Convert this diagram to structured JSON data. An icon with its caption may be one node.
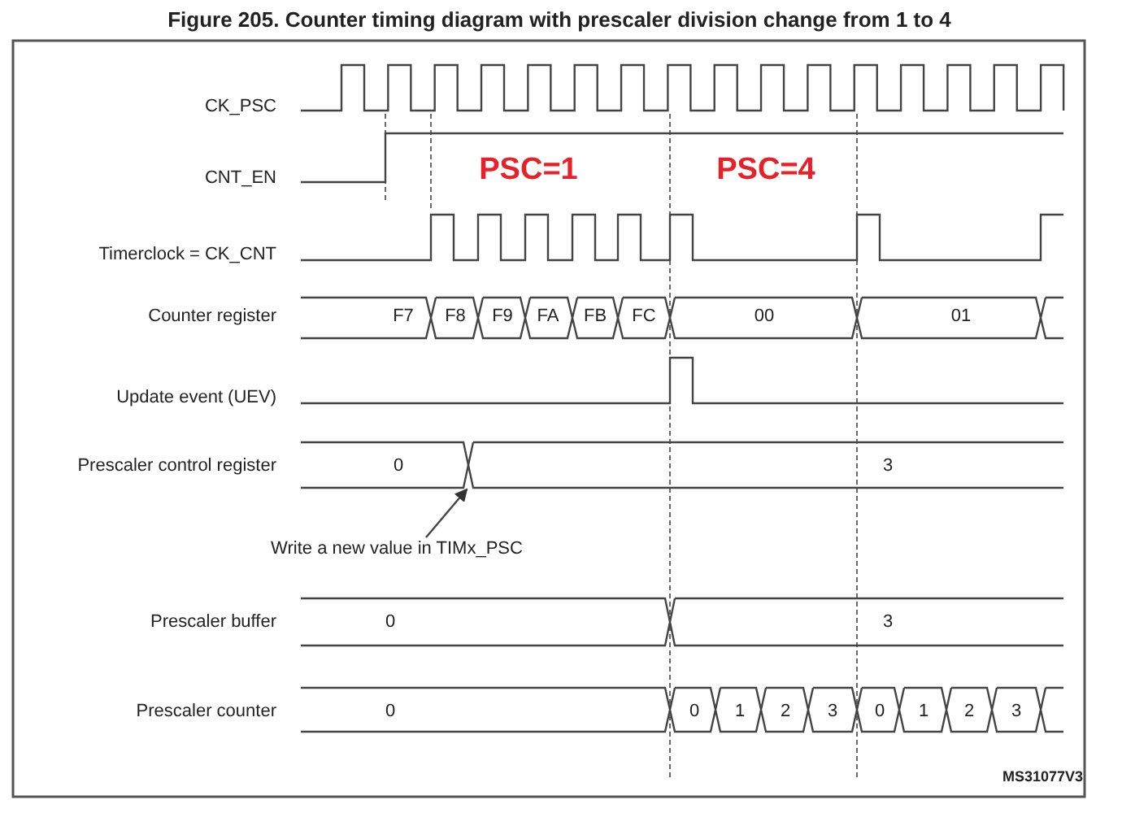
{
  "diagram": {
    "title": "Figure 205. Counter timing diagram with prescaler division change from 1 to 4",
    "nodes": [
      {
        "text": [
          "Write a new value in TIMx_PSC"
        ]
      },
      {
        "text": [],
        "shape": "bar"
      }
    ],
    "edges": [
      {
        "from": 0,
        "to": 1,
        "arrow": "to"
      }
    ],
    "labels": [
      "CK_PSC",
      "CNT_EN",
      "PSC=1",
      "PSC=4",
      "Timerclock = CK_CNT",
      "Counter register",
      "F7",
      "F8",
      "F9",
      "FA",
      "FB",
      "FC",
      "00",
      "01",
      "Update event (UEV)",
      "Prescaler control register",
      "0",
      "3",
      "Prescaler buffer",
      "0",
      "3",
      "Prescaler counter",
      "0",
      "0",
      "1",
      "2",
      "3",
      "0",
      "1",
      "2",
      "3",
      "MS31077V3"
    ]
  }
}
